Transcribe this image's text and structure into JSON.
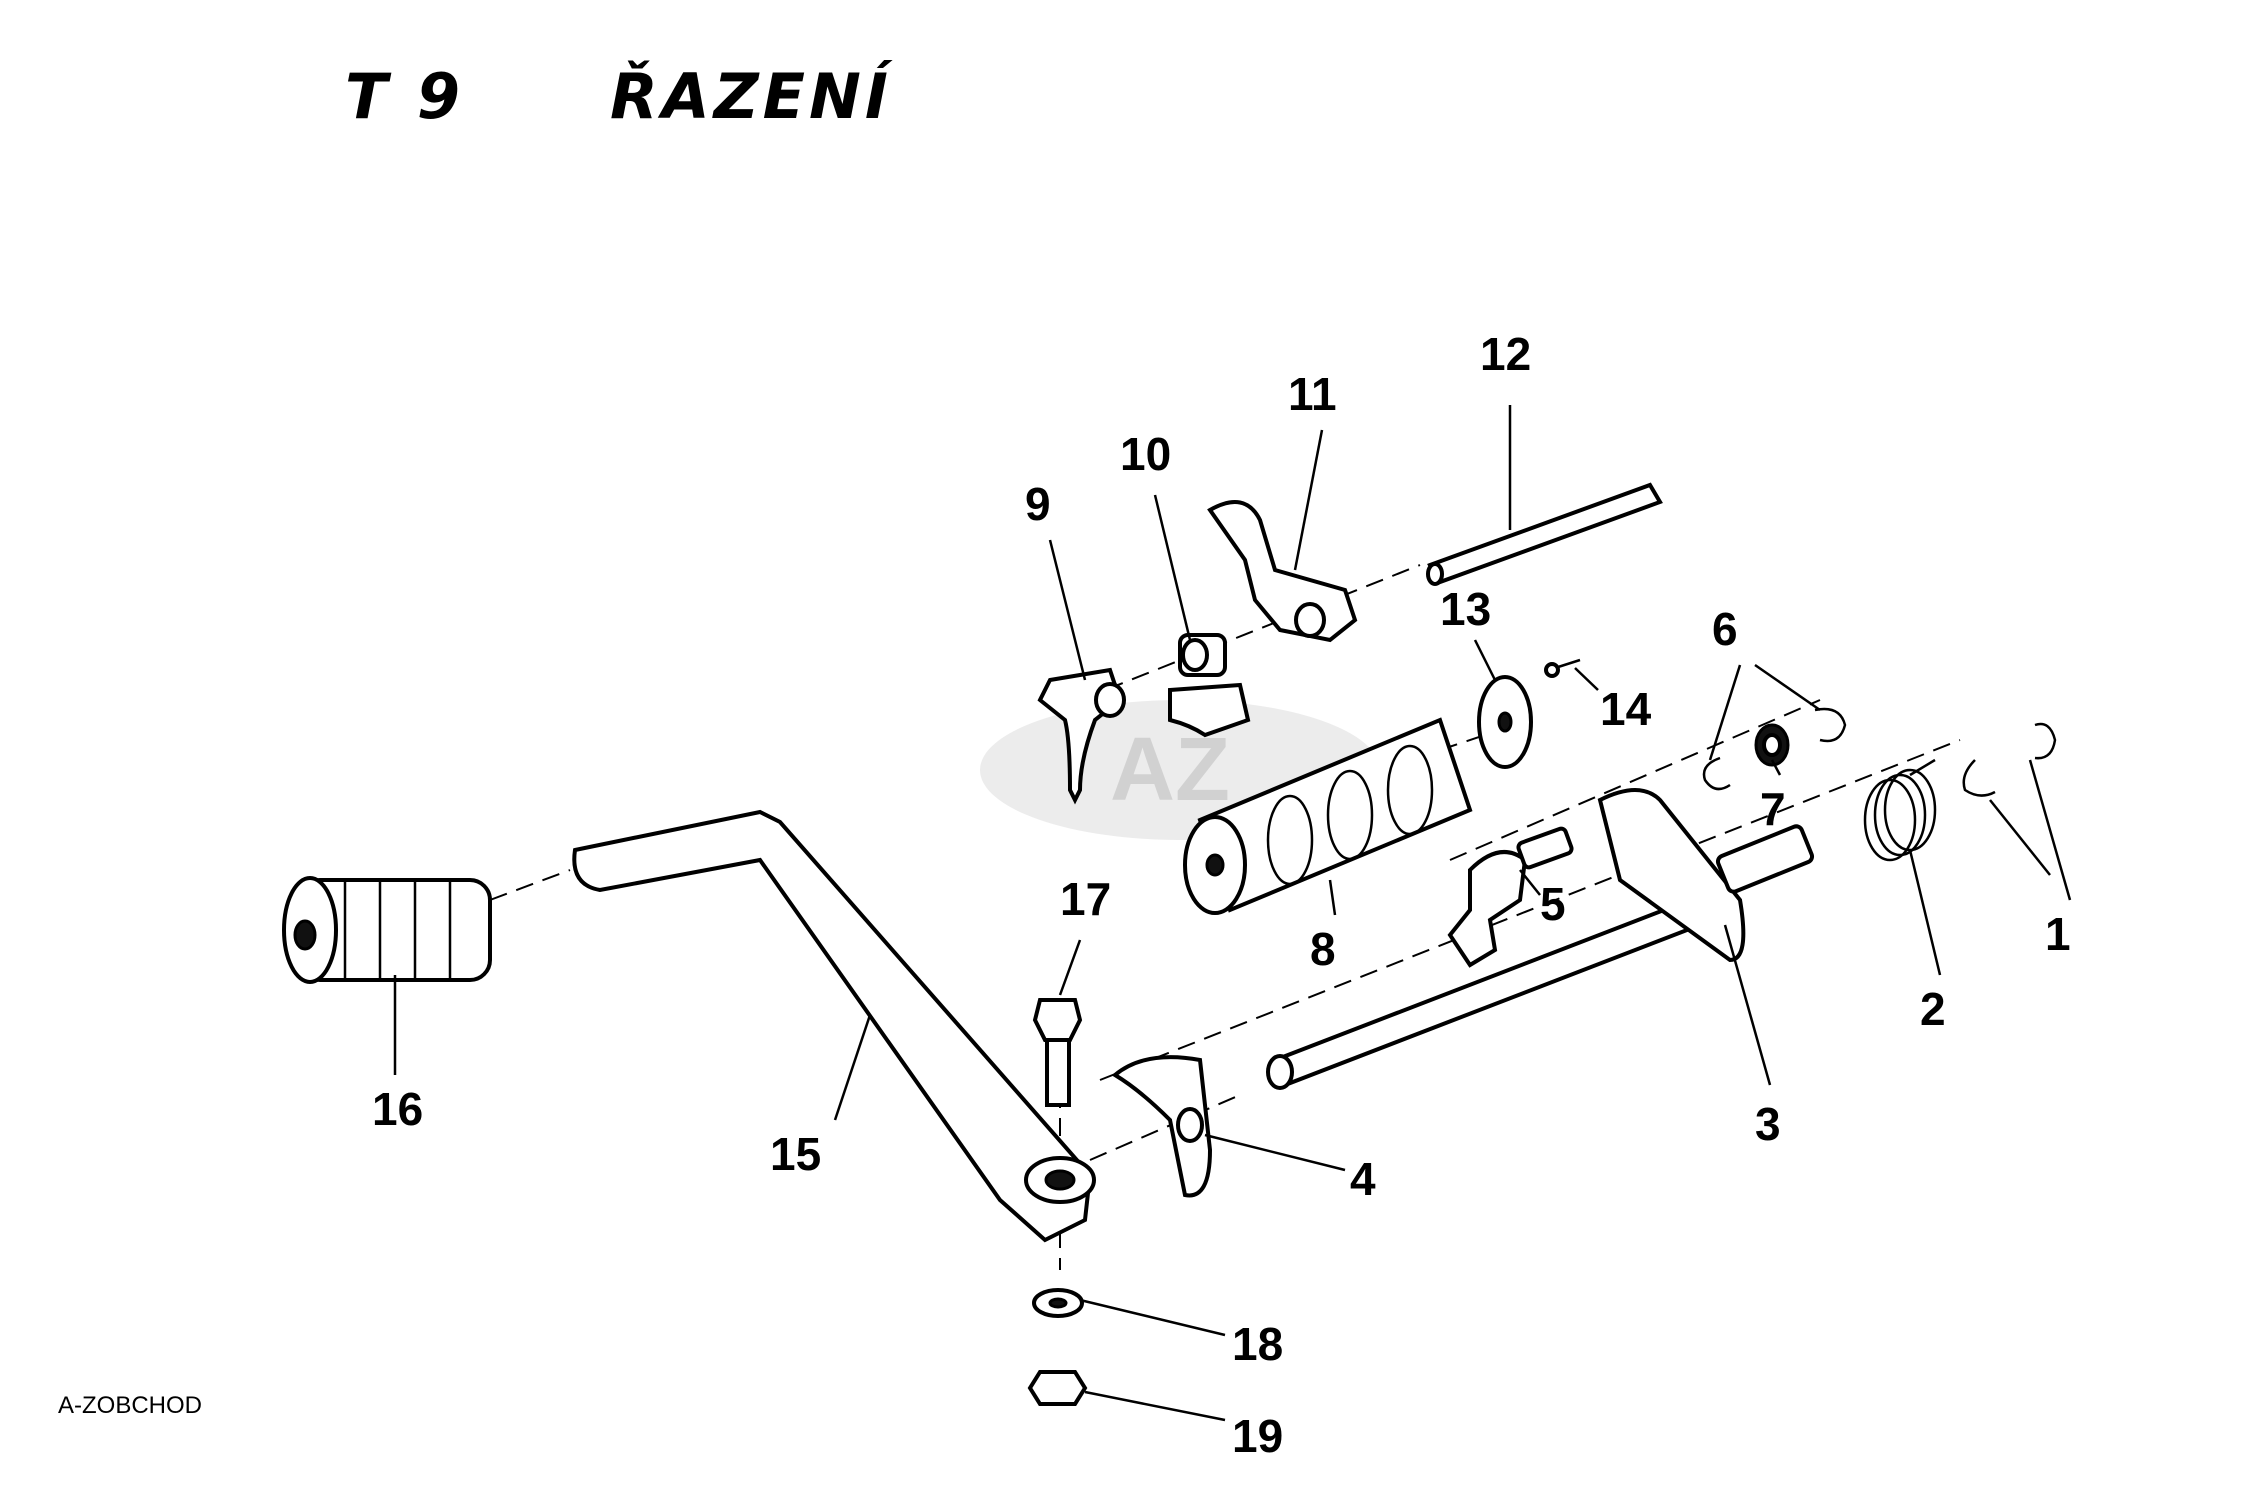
{
  "title": {
    "code": "T 9",
    "name": "ŘAZENÍ"
  },
  "watermark_text": "AZ",
  "footer": {
    "text": "A-ZOBCHOD"
  },
  "callouts": [
    {
      "label": "1"
    },
    {
      "label": "2"
    },
    {
      "label": "3"
    },
    {
      "label": "4"
    },
    {
      "label": "5"
    },
    {
      "label": "6"
    },
    {
      "label": "7"
    },
    {
      "label": "8"
    },
    {
      "label": "9"
    },
    {
      "label": "10"
    },
    {
      "label": "11"
    },
    {
      "label": "12"
    },
    {
      "label": "13"
    },
    {
      "label": "14"
    },
    {
      "label": "15"
    },
    {
      "label": "16"
    },
    {
      "label": "17"
    },
    {
      "label": "18"
    },
    {
      "label": "19"
    }
  ]
}
